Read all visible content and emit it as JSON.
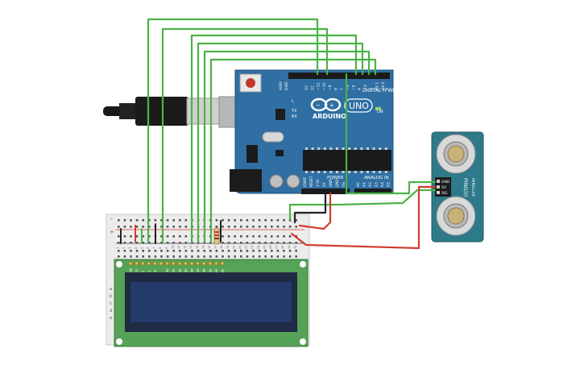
{
  "arduino": {
    "brand": "ARDUINO",
    "model": "UNO",
    "digital_header": "DIGITAL (PWM~)",
    "analog_header": "ANALOG IN",
    "power_header": "POWER",
    "on_label": "ON",
    "tx_label": "TX",
    "rx_label": "RX",
    "l_label": "L",
    "aref_label": "AREF",
    "gnd_label": "GND",
    "digital_pins": [
      "13",
      "12",
      "~11",
      "~10",
      "~9",
      "8",
      "7",
      "~6",
      "~5",
      "4",
      "~3",
      "2",
      "TX 1",
      "RX 0"
    ],
    "power_pins": [
      "IOREF",
      "RESET",
      "3.3V",
      "5V",
      "GND",
      "GND",
      "Vin"
    ],
    "analog_pins": [
      "A0",
      "A1",
      "A2",
      "A3",
      "A4",
      "A5"
    ]
  },
  "sensor": {
    "name": "PING)))",
    "maker": "PARALLAX",
    "pins": [
      "GND",
      "5V",
      "SIG"
    ]
  },
  "breadboard": {
    "plus_label": "+",
    "minus_label": "-",
    "row_letters": [
      "a",
      "b",
      "c",
      "d",
      "e"
    ],
    "column_numbers": [
      "1",
      "2",
      "3",
      "4",
      "5",
      "6",
      "7",
      "8",
      "9",
      "10",
      "11",
      "12",
      "13",
      "14",
      "15",
      "16",
      "17",
      "18",
      "19",
      "20",
      "21",
      "22",
      "23",
      "24",
      "25",
      "26",
      "27",
      "28",
      "29",
      "30"
    ]
  },
  "lcd": {
    "pin_labels": [
      "GND",
      "VCC",
      "V0",
      "RS",
      "RW",
      "E",
      "DB0",
      "DB1",
      "DB2",
      "DB3",
      "DB4",
      "DB5",
      "DB6",
      "DB7",
      "LED",
      "LED"
    ]
  },
  "colors": {
    "board_blue": "#2f6fa3",
    "wire_green": "#4bb347",
    "wire_red": "#d23b2f",
    "wire_black": "#222222",
    "lcd_green": "#56a256",
    "lcd_screen": "#233a6b"
  }
}
